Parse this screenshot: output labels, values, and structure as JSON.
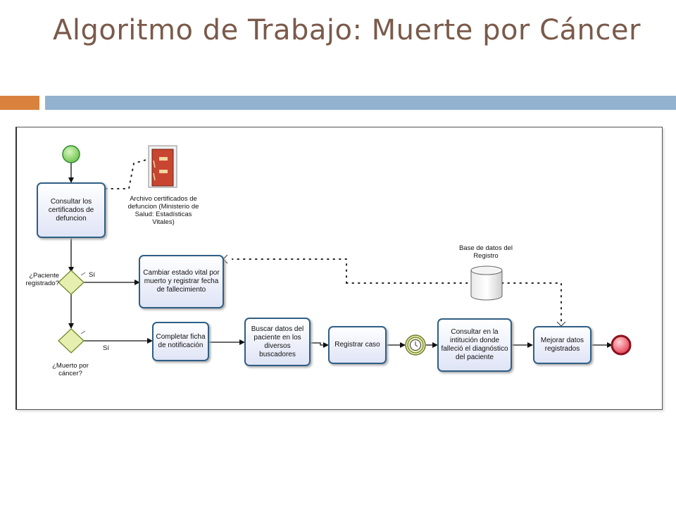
{
  "slide": {
    "title": "Algoritmo de Trabajo: Muerte por Cáncer",
    "accent_colors": {
      "orange": "#d9823d",
      "blue": "#92b2cf",
      "title_color": "#7a5a4a"
    }
  },
  "diagram": {
    "tasks": {
      "consultar": "Consultar los certificados de defuncion",
      "cambiar": "Cambiar estado vital por muerto y registrar fecha de fallecimiento",
      "completar": "Completar ficha de notificación",
      "buscar": "Buscar datos del paciente en los diversos buscadores",
      "registrar": "Registrar caso",
      "consultar_inst": "Consultar en la intitución donde falleció el diagnóstico del paciente",
      "mejorar": "Mejorar datos registrados"
    },
    "gateways": {
      "paciente_registrado": "¿Paciente registrado?",
      "muerto_cancer": "¿Muerto por cáncer?"
    },
    "flow_labels": {
      "si_1": "Sí",
      "si_2": "Sí"
    },
    "artifacts": {
      "archivo": "Archivo certificados de defuncion (Ministerio de Salud: Estadísticas Vitales)",
      "base_datos": "Base de datos del Registro"
    },
    "colors": {
      "task_border": "#2f5f86",
      "start_event": "#8fd36a",
      "end_event": "#d93a45",
      "gateway": "#e7efb0"
    }
  }
}
